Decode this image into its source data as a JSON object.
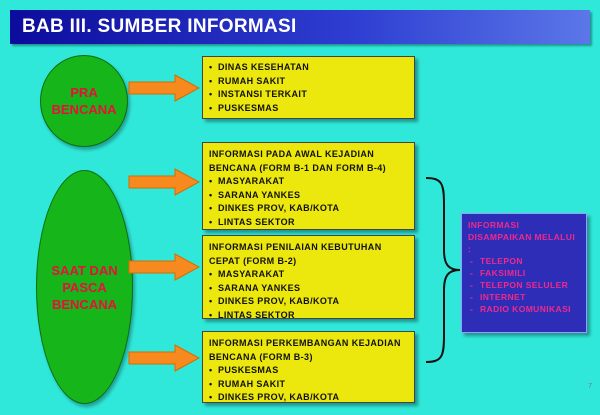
{
  "title": "BAB III. SUMBER INFORMASI",
  "colors": {
    "oval": "#16b51a",
    "oval_text": "#e8103a",
    "box": "#ece70c",
    "arrow": "#f78a1e",
    "info_bg": "#2d2db8",
    "info_text": "#ef2a8c",
    "background": "#2fe8d9"
  },
  "ovals": [
    {
      "label": "PRA\nBENCANA"
    },
    {
      "label": "SAAT DAN\nPASCA\nBENCANA"
    }
  ],
  "boxes": [
    {
      "heading": "",
      "items": [
        "DINAS KESEHATAN",
        "RUMAH SAKIT",
        "INSTANSI TERKAIT",
        "PUSKESMAS"
      ]
    },
    {
      "heading": "INFORMASI PADA AWAL KEJADIAN BENCANA (FORM B-1 DAN FORM B-4)",
      "items": [
        "MASYARAKAT",
        "SARANA YANKES",
        "DINKES PROV, KAB/KOTA",
        "LINTAS SEKTOR"
      ]
    },
    {
      "heading": "INFORMASI PENILAIAN KEBUTUHAN CEPAT (FORM B-2)",
      "items": [
        "MASYARAKAT",
        "SARANA YANKES",
        "DINKES PROV, KAB/KOTA",
        "LINTAS SEKTOR"
      ]
    },
    {
      "heading": "INFORMASI PERKEMBANGAN KEJADIAN BENCANA (FORM B-3)",
      "items": [
        "PUSKESMAS",
        "RUMAH SAKIT",
        "DINKES PROV, KAB/KOTA"
      ]
    }
  ],
  "bullet": "•",
  "info": {
    "heading": "INFORMASI DISAMPAIKAN MELALUI :",
    "dash": "-",
    "items": [
      "TELEPON",
      "FAKSIMILI",
      "TELEPON SELULER",
      "INTERNET",
      "RADIO KOMUNIKASI"
    ]
  },
  "page_number": "7"
}
